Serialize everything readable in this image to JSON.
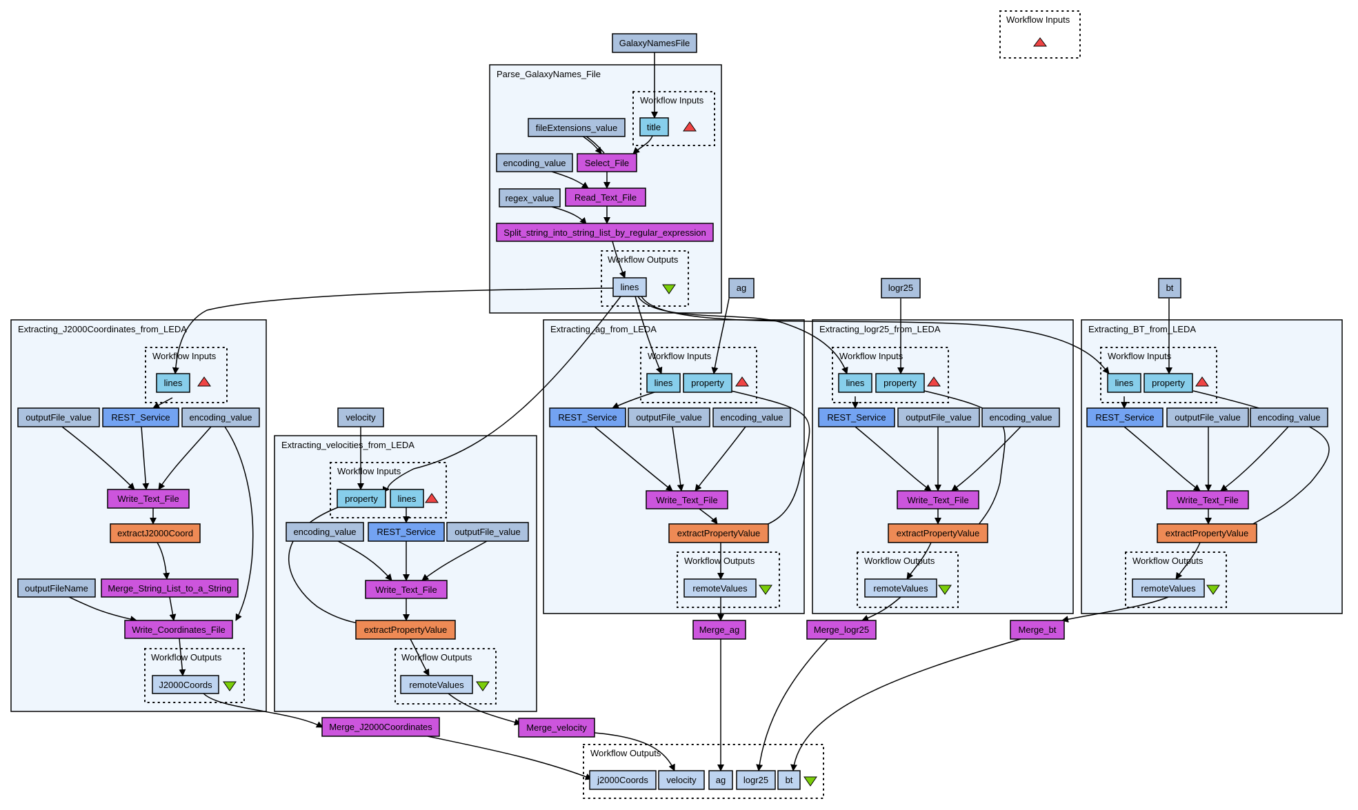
{
  "colors": {
    "cluster_fill": "#eff6fd",
    "input_node": "#abc1de",
    "port_node": "#87ceeb",
    "processor_node": "#cc55dd",
    "rest_node": "#73a3f2",
    "beanshell_node": "#ee8a55",
    "input_marker": "#ef4444",
    "output_marker": "#7bce0a",
    "output_port_node": "#bed4f0"
  },
  "top_workflow_inputs": {
    "label": "Workflow Inputs",
    "marker": "triangle-up-icon"
  },
  "inputs": {
    "galaxy_names_file": "GalaxyNamesFile",
    "ag": "ag",
    "logr25": "logr25",
    "bt": "bt",
    "velocity": "velocity"
  },
  "parse": {
    "title": "Parse_GalaxyNames_File",
    "wf_inputs": "Workflow Inputs",
    "title_port": "title",
    "file_extensions": "fileExtensions_value",
    "select_file": "Select_File",
    "encoding": "encoding_value",
    "read_text_file": "Read_Text_File",
    "regex": "regex_value",
    "split": "Split_string_into_string_list_by_regular_expression",
    "wf_outputs": "Workflow Outputs",
    "lines": "lines"
  },
  "j2000": {
    "title": "Extracting_J2000Coordinates_from_LEDA",
    "wf_inputs": "Workflow Inputs",
    "lines": "lines",
    "output_file": "outputFile_value",
    "rest": "REST_Service",
    "encoding": "encoding_value",
    "write_text_file": "Write_Text_File",
    "extract": "extractJ2000Coord",
    "output_file_name": "outputFileName",
    "merge_list": "Merge_String_List_to_a_String",
    "write_coords": "Write_Coordinates_File",
    "wf_outputs": "Workflow Outputs",
    "j2000coords": "J2000Coords"
  },
  "velocities": {
    "title": "Extracting_velocities_from_LEDA",
    "wf_inputs": "Workflow Inputs",
    "property": "property",
    "lines": "lines",
    "encoding": "encoding_value",
    "rest": "REST_Service",
    "output_file": "outputFile_value",
    "write_text_file": "Write_Text_File",
    "extract": "extractPropertyValue",
    "wf_outputs": "Workflow Outputs",
    "remote_values": "remoteValues"
  },
  "ag_cluster": {
    "title": "Extracting_ag_from_LEDA",
    "wf_inputs": "Workflow Inputs",
    "lines": "lines",
    "property": "property",
    "rest": "REST_Service",
    "output_file": "outputFile_value",
    "encoding": "encoding_value",
    "write_text_file": "Write_Text_File",
    "extract": "extractPropertyValue",
    "wf_outputs": "Workflow Outputs",
    "remote_values": "remoteValues"
  },
  "logr25_cluster": {
    "title": "Extracting_logr25_from_LEDA",
    "wf_inputs": "Workflow Inputs",
    "lines": "lines",
    "property": "property",
    "rest": "REST_Service",
    "output_file": "outputFile_value",
    "encoding": "encoding_value",
    "write_text_file": "Write_Text_File",
    "extract": "extractPropertyValue",
    "wf_outputs": "Workflow Outputs",
    "remote_values": "remoteValues"
  },
  "bt_cluster": {
    "title": "Extracting_BT_from_LEDA",
    "wf_inputs": "Workflow Inputs",
    "lines": "lines",
    "property": "property",
    "rest": "REST_Service",
    "output_file": "outputFile_value",
    "encoding": "encoding_value",
    "write_text_file": "Write_Text_File",
    "extract": "extractPropertyValue",
    "wf_outputs": "Workflow Outputs",
    "remote_values": "remoteValues"
  },
  "merges": {
    "ag": "Merge_ag",
    "logr25": "Merge_logr25",
    "bt": "Merge_bt",
    "j2000": "Merge_J2000Coordinates",
    "velocity": "Merge_velocity"
  },
  "final_outputs": {
    "label": "Workflow Outputs",
    "j2000coords": "j2000Coords",
    "velocity": "velocity",
    "ag": "ag",
    "logr25": "logr25",
    "bt": "bt",
    "marker": "triangle-down-icon"
  }
}
